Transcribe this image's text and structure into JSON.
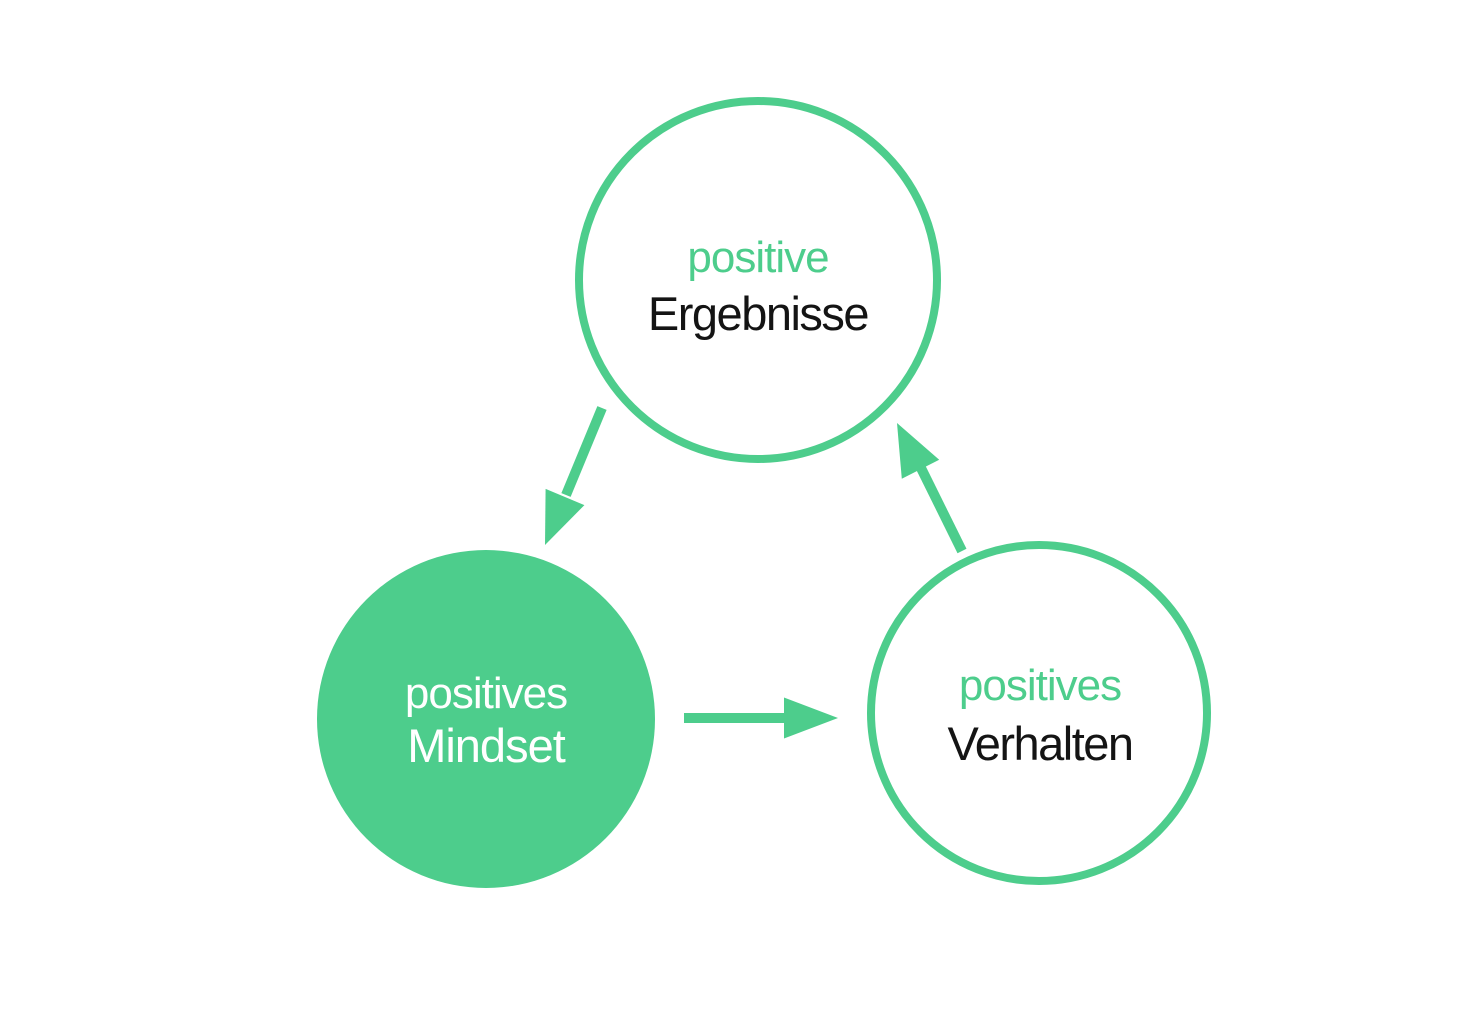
{
  "colors": {
    "green": "#4DCD8C",
    "dark": "#141414",
    "white": "#ffffff",
    "bg": "#ffffff"
  },
  "diagram": {
    "nodes": [
      {
        "id": "ergebnisse",
        "style": "outlined",
        "line1": "positive",
        "line2": "Ergebnisse"
      },
      {
        "id": "mindset",
        "style": "filled",
        "line1": "positives",
        "line2": "Mindset"
      },
      {
        "id": "verhalten",
        "style": "outlined",
        "line1": "positives",
        "line2": "Verhalten"
      }
    ],
    "arrows": [
      {
        "from": "ergebnisse",
        "to": "mindset"
      },
      {
        "from": "mindset",
        "to": "verhalten"
      },
      {
        "from": "verhalten",
        "to": "ergebnisse"
      }
    ]
  }
}
